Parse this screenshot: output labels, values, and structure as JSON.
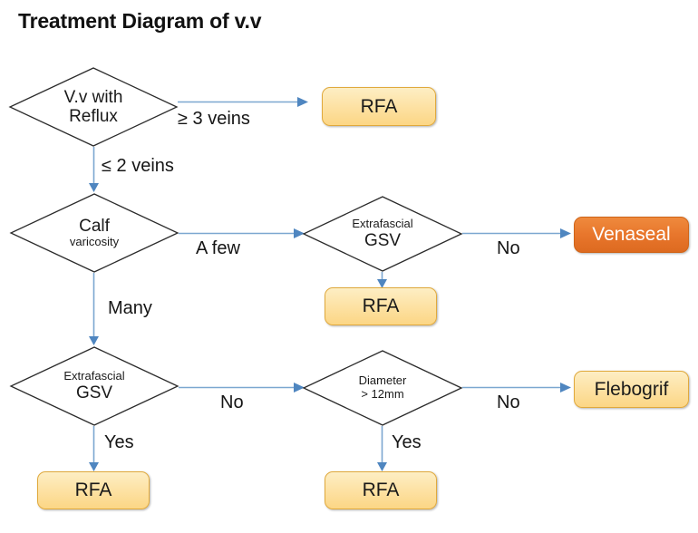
{
  "title": "Treatment Diagram of v.v",
  "colors": {
    "arrow": "#7ba7d0",
    "diamond_stroke": "#2b2b2b",
    "box_fill_yellow": "#fde3a7",
    "box_border_yellow": "#e0a93c",
    "box_fill_orange": "#e8762c",
    "text": "#1a1a1a"
  },
  "nodes": {
    "vv_reflux": {
      "kind": "decision",
      "line1": "V.v with",
      "line2": "Reflux"
    },
    "calf_varicosity": {
      "kind": "decision",
      "line1": "Calf",
      "line2": "varicosity"
    },
    "extrafascial_gsv_mid": {
      "kind": "decision",
      "line1": "Extrafascial",
      "line2": "GSV"
    },
    "extrafascial_gsv_bottom": {
      "kind": "decision",
      "line1": "Extrafascial",
      "line2": "GSV"
    },
    "diameter": {
      "kind": "decision",
      "line1": "Diameter",
      "line2": "> 12mm"
    },
    "rfa_top": {
      "kind": "process",
      "label": "RFA"
    },
    "rfa_mid": {
      "kind": "process",
      "label": "RFA"
    },
    "rfa_bottom_left": {
      "kind": "process",
      "label": "RFA"
    },
    "rfa_bottom_mid": {
      "kind": "process",
      "label": "RFA"
    },
    "venaseal": {
      "kind": "process",
      "label": "Venaseal"
    },
    "flebogrif": {
      "kind": "process",
      "label": "Flebogrif"
    }
  },
  "edges": {
    "three_veins": "≥ 3 veins",
    "two_veins": "≤ 2 veins",
    "a_few": "A few",
    "many": "Many",
    "no_mid": "No",
    "no_bottom_left": "No",
    "no_bottom_right": "No",
    "yes_bottom_left": "Yes",
    "yes_bottom_mid": "Yes"
  }
}
